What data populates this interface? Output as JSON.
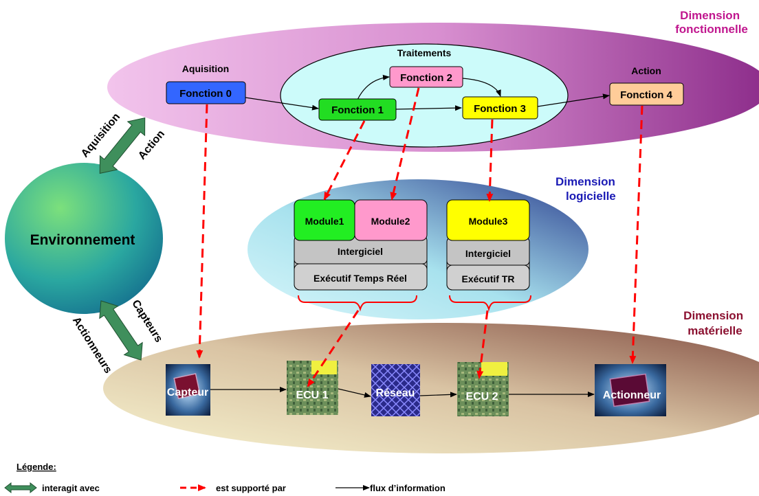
{
  "dimensions": {
    "functional": [
      "Dimension",
      "fonctionnelle"
    ],
    "software": [
      "Dimension",
      "logicielle"
    ],
    "hardware": [
      "Dimension",
      "matérielle"
    ]
  },
  "functional": {
    "aquisition_label": "Aquisition",
    "traitements_label": "Traitements",
    "action_label": "Action",
    "f0": "Fonction 0",
    "f1": "Fonction 1",
    "f2": "Fonction 2",
    "f3": "Fonction 3",
    "f4": "Fonction 4"
  },
  "software": {
    "module1": "Module1",
    "module2": "Module2",
    "module3": "Module3",
    "intergiciel": "Intergiciel",
    "executif_temps_reel": "Exécutif Temps Réel",
    "executif_tr": "Exécutif TR"
  },
  "hardware": {
    "capteur": "Capteur",
    "ecu1": "ECU 1",
    "reseau": "Réseau",
    "ecu2": "ECU 2",
    "actionneur": "Actionneur"
  },
  "environment": {
    "label": "Environnement",
    "aquisition": "Aquisition",
    "action": "Action",
    "capteurs": "Capteurs",
    "actionneurs": "Actionneurs"
  },
  "legend": {
    "title": "Légende:",
    "interagit": "interagit avec",
    "supporte": "est supporté par",
    "flux": "flux d’information"
  },
  "colors": {
    "f0": "#3366ff",
    "f1": "#22dd22",
    "f2": "#ff99cc",
    "f3": "#ffff00",
    "f4": "#ffcc99",
    "dashed": "#ff0000",
    "functional_title": "#c0168e",
    "software_title": "#1a1ab5",
    "hardware_title": "#8b1030"
  }
}
